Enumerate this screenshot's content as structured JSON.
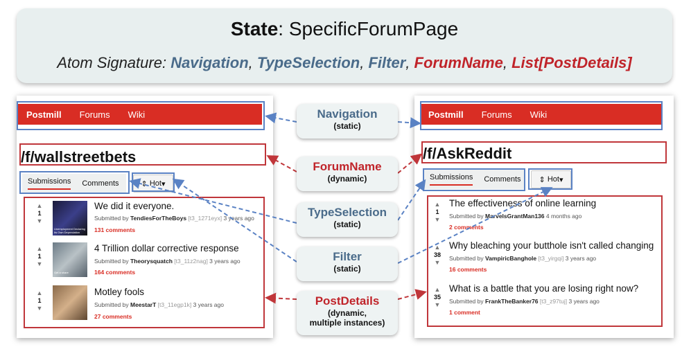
{
  "header": {
    "state_label": "State",
    "state_value": ": SpecificForumPage",
    "signature_prefix": "Atom Signature: ",
    "atoms": [
      "Navigation",
      "TypeSelection",
      "Filter",
      "ForumName",
      "List[PostDetails]"
    ]
  },
  "nav": {
    "brand": "Postmill",
    "forums": "Forums",
    "wiki": "Wiki"
  },
  "tabs": {
    "submissions": "Submissions",
    "comments": "Comments"
  },
  "sort": {
    "icon": "sort-icon",
    "label": "Hot",
    "caret": "▾"
  },
  "left": {
    "forum": "/f/wallstreetbets",
    "posts": [
      {
        "score": "1",
        "title": "We did it everyone.",
        "submitted_by": "Submitted by ",
        "author": "TendiesForTheBoys",
        "id": " [t3_1271eyx]",
        "age": " 3 years ago",
        "comments": "131 comments",
        "thumb_text": "Unemployment Declaring Its Own Depreciation"
      },
      {
        "score": "1",
        "title": "4 Trillion dollar corrective response",
        "submitted_by": "Submitted by ",
        "author": "Theorysquatch",
        "id": " [t3_11z2nag]",
        "age": " 3 years ago",
        "comments": "164 comments",
        "thumb_text": "Get a share"
      },
      {
        "score": "1",
        "title": "Motley fools",
        "submitted_by": "Submitted by ",
        "author": "MeestarT",
        "id": " [t3_11egp1k]",
        "age": " 3 years ago",
        "comments": "27 comments",
        "thumb_text": ""
      }
    ]
  },
  "right": {
    "forum": "/f/AskReddit",
    "posts": [
      {
        "score": "1",
        "title": "The effectiveness of online learning",
        "submitted_by": "Submitted by ",
        "author": "MarvelsGrantMan136",
        "id": "",
        "age": " 4 months ago",
        "comments": "2 comments"
      },
      {
        "score": "38",
        "title": "Why bleaching your butthole isn't called changing",
        "submitted_by": "Submitted by ",
        "author": "VampiricBanghole",
        "id": " [t3_yirgqi]",
        "age": " 3 years ago",
        "comments": "16 comments"
      },
      {
        "score": "35",
        "title": "What is a battle that you are losing right now?",
        "submitted_by": "Submitted by ",
        "author": "FrankTheBanker76",
        "id": " [t3_z97tuj]",
        "age": " 3 years ago",
        "comments": "1 comment"
      }
    ]
  },
  "labels": {
    "navigation": {
      "name": "Navigation",
      "kind": "(static)"
    },
    "forumname": {
      "name": "ForumName",
      "kind": "(dynamic)"
    },
    "typeselection": {
      "name": "TypeSelection",
      "kind": "(static)"
    },
    "filter": {
      "name": "Filter",
      "kind": "(static)"
    },
    "postdetails": {
      "name": "PostDetails",
      "kind": "(dynamic,",
      "kind2": "multiple instances)"
    }
  },
  "colors": {
    "nav_red": "#d92d24",
    "atom_blue": "#4a6b8a",
    "atom_red": "#c0242a",
    "box_blue": "#5a82c4",
    "box_red": "#c0363a"
  }
}
